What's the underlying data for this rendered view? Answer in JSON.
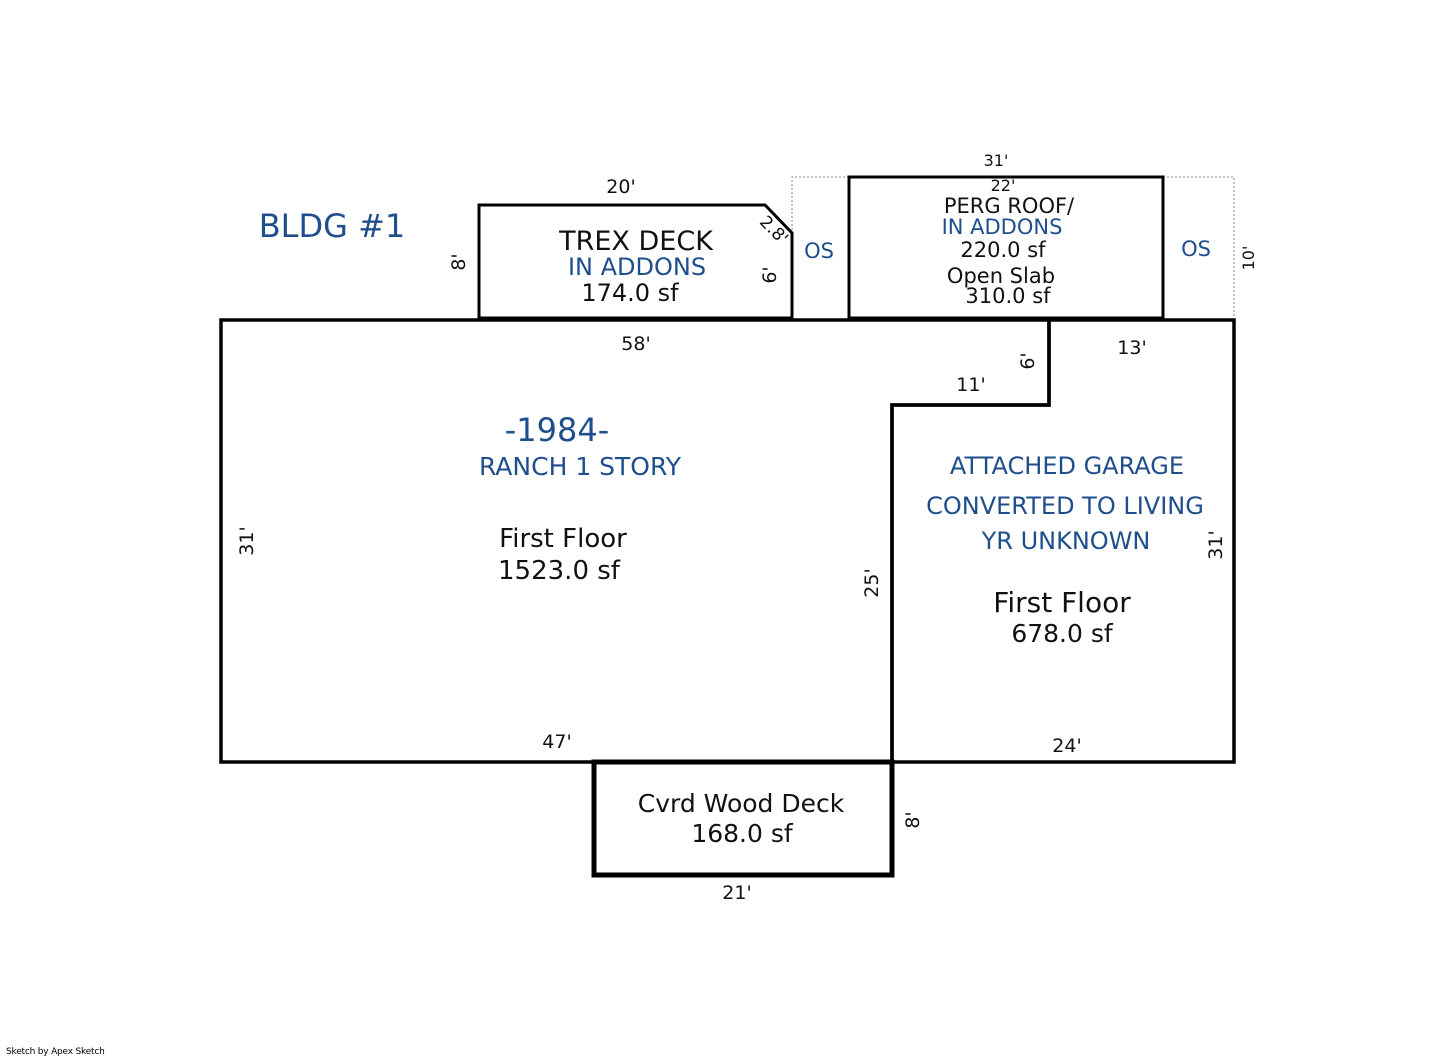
{
  "building": {
    "label": "BLDG #1",
    "main": {
      "year": "-1984-",
      "style": "RANCH 1 STORY",
      "floor": "First Floor",
      "area": "1523.0 sf"
    },
    "garage": {
      "line1": "ATTACHED GARAGE",
      "line2": "CONVERTED TO LIVING",
      "line3": "YR UNKNOWN",
      "floor": "First Floor",
      "area": "678.0 sf"
    },
    "trex_deck": {
      "name": "TREX DECK",
      "note": "IN ADDONS",
      "area": "174.0 sf"
    },
    "pergola": {
      "name": "PERG ROOF/",
      "note": "IN ADDONS",
      "area": "220.0 sf",
      "slab_name": "Open Slab",
      "slab_area": "310.0 sf"
    },
    "open_slab_left": "OS",
    "open_slab_right": "OS",
    "covered_deck": {
      "name": "Cvrd Wood Deck",
      "area": "168.0 sf"
    }
  },
  "dimensions": {
    "main_top": "58'",
    "main_left": "31'",
    "main_bottom": "47'",
    "notch_vertical": "6'",
    "notch_horizontal": "11'",
    "garage_top": "13'",
    "garage_right": "31'",
    "garage_bottom": "24'",
    "garage_left": "25'",
    "trex_top": "20'",
    "trex_left": "8'",
    "trex_right": "6'",
    "trex_diagonal": "2.8'",
    "slab_total_width": "31'",
    "pergola_width": "22'",
    "slab_depth": "10'",
    "deck_right": "8'",
    "deck_bottom": "21'"
  },
  "footer": {
    "credit": "Sketch by Apex Sketch"
  },
  "colors": {
    "label_blue": "#1f4e8c",
    "line": "#000000"
  }
}
